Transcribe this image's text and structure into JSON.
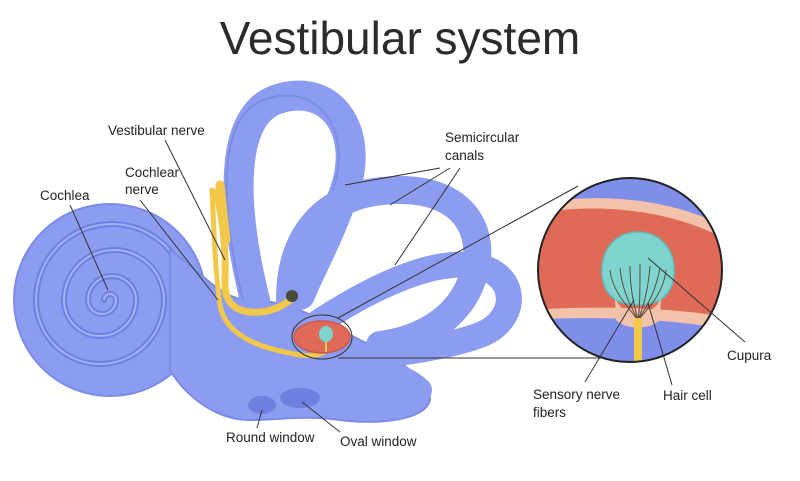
{
  "title": "Vestibular system",
  "labels": {
    "cochlea": "Cochlea",
    "vestibular_nerve": "Vestibular nerve",
    "cochlear_nerve_1": "Cochlear",
    "cochlear_nerve_2": "nerve",
    "semicircular_1": "Semicircular",
    "semicircular_2": "canals",
    "cupura": "Cupura",
    "sensory_1": "Sensory nerve",
    "sensory_2": "fibers",
    "hair_cell": "Hair cell",
    "round_window": "Round window",
    "oval_window": "Oval window"
  },
  "colors": {
    "labyrinth": "#8c9cf0",
    "labyrinth_dark": "#6f80e0",
    "nerve": "#f2c84a",
    "tissue_red": "#e06a58",
    "tissue_light": "#f3c2aa",
    "cupula": "#7fd4cf"
  }
}
